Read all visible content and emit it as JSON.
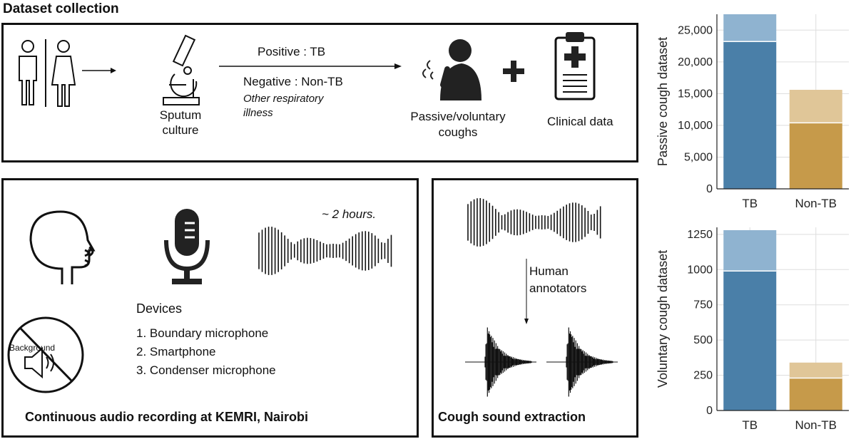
{
  "heading": "Dataset collection",
  "collection": {
    "sputum_label_line1": "Sputum",
    "sputum_label_line2": "culture",
    "positive_label": "Positive : TB",
    "negative_label": "Negative : Non-TB",
    "other_label_line1": "Other respiratory",
    "other_label_line2": "illness",
    "coughs_label_line1": "Passive/voluntary",
    "coughs_label_line2": "coughs",
    "clinical_label": "Clinical data"
  },
  "recording": {
    "duration_label": "~ 2 hours.",
    "devices_heading": "Devices",
    "devices": [
      "1. Boundary microphone",
      "2. Smartphone",
      "3. Condenser microphone"
    ],
    "background_label": "Background",
    "caption": "Continuous audio recording at KEMRI, Nairobi"
  },
  "extraction": {
    "annotators_line1": "Human",
    "annotators_line2": "annotators",
    "caption": "Cough sound extraction"
  },
  "colors": {
    "tb_dark": "#4a7fa8",
    "tb_light": "#8fb3d0",
    "nontb_dark": "#c69a4a",
    "nontb_light": "#e0c698"
  },
  "chart_data": [
    {
      "type": "bar",
      "stacked": true,
      "categories": [
        "TB",
        "Non-TB"
      ],
      "ylabel": "Passive cough dataset",
      "ylim": [
        0,
        27500
      ],
      "yticks": [
        0,
        5000,
        10000,
        15000,
        20000,
        25000
      ],
      "ytick_labels": [
        "0",
        "5,000",
        "10,000",
        "15,000",
        "20,000",
        "25,000"
      ],
      "series": [
        {
          "values": [
            23200,
            10400
          ]
        },
        {
          "values": [
            4300,
            5200
          ]
        }
      ],
      "grid": true
    },
    {
      "type": "bar",
      "stacked": true,
      "categories": [
        "TB",
        "Non-TB"
      ],
      "ylabel": "Voluntary cough dataset",
      "ylim": [
        0,
        1300
      ],
      "yticks": [
        0,
        250,
        500,
        750,
        1000,
        1250
      ],
      "ytick_labels": [
        "0",
        "250",
        "500",
        "750",
        "1000",
        "1250"
      ],
      "series": [
        {
          "values": [
            990,
            230
          ]
        },
        {
          "values": [
            290,
            110
          ]
        }
      ],
      "grid": true
    }
  ]
}
